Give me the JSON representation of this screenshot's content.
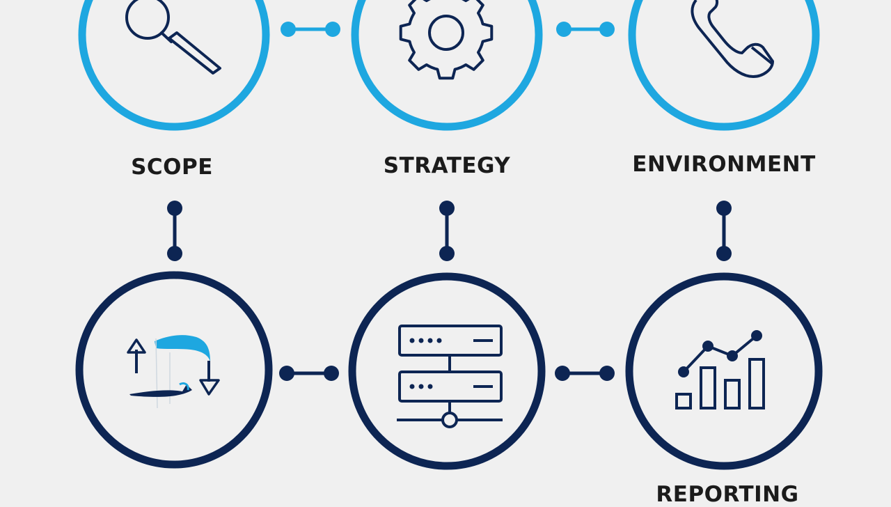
{
  "colors": {
    "background": "#f0f0f0",
    "light_blue": "#1ea7e0",
    "dark_navy": "#0d2553",
    "label_text": "#1b1b1b"
  },
  "steps": [
    {
      "label": "SCOPE",
      "icon": "magnifier-icon"
    },
    {
      "label": "STRATEGY",
      "icon": "gear-icon"
    },
    {
      "label": "ENVIRONMENT",
      "icon": "phone-icon"
    },
    {
      "label": "",
      "icon": "cycle-arrows-icon"
    },
    {
      "label": "",
      "icon": "server-icon"
    },
    {
      "label": "REPORTING",
      "icon": "bar-chart-icon"
    }
  ]
}
